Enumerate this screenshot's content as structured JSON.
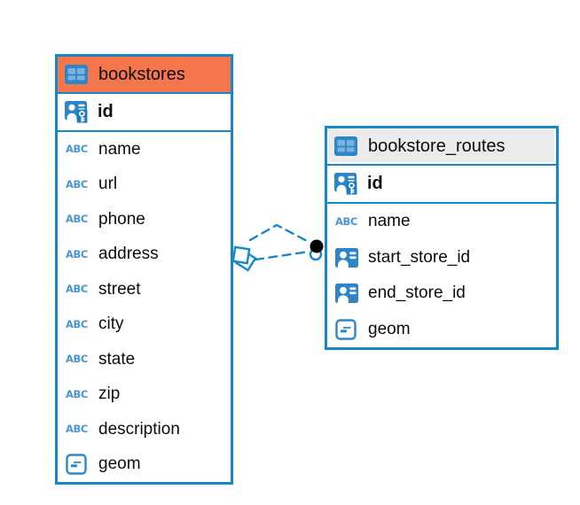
{
  "icons": {
    "text_type_label": "ABC"
  },
  "colors": {
    "accent_blue": "#1688c9",
    "selected_table_header_orange": "#f5764a",
    "table_header_gray": "#ebebeb",
    "icon_blue": "#2e86c8"
  },
  "diagram": {
    "tables": [
      {
        "name": "bookstores",
        "primary_key": {
          "name": "id"
        },
        "columns": [
          {
            "name": "name",
            "type": "text"
          },
          {
            "name": "url",
            "type": "text"
          },
          {
            "name": "phone",
            "type": "text"
          },
          {
            "name": "address",
            "type": "text"
          },
          {
            "name": "street",
            "type": "text"
          },
          {
            "name": "city",
            "type": "text"
          },
          {
            "name": "state",
            "type": "text"
          },
          {
            "name": "zip",
            "type": "text"
          },
          {
            "name": "description",
            "type": "text"
          },
          {
            "name": "geom",
            "type": "geometry"
          }
        ]
      },
      {
        "name": "bookstore_routes",
        "primary_key": {
          "name": "id"
        },
        "columns": [
          {
            "name": "name",
            "type": "text"
          },
          {
            "name": "start_store_id",
            "type": "reference"
          },
          {
            "name": "end_store_id",
            "type": "reference"
          },
          {
            "name": "geom",
            "type": "geometry"
          }
        ]
      }
    ],
    "relationships": [
      {
        "between": [
          "bookstores",
          "bookstore_routes"
        ],
        "style": "dashed"
      },
      {
        "between": [
          "bookstores",
          "bookstore_routes"
        ],
        "style": "dashed"
      }
    ]
  }
}
